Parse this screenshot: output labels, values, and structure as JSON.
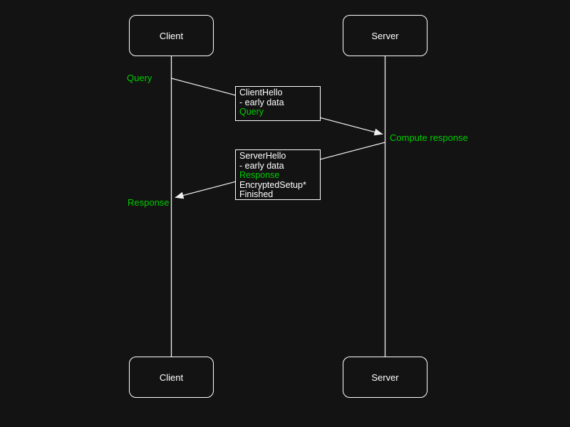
{
  "theme": {
    "bg": "#131313",
    "green": "#00cc00",
    "text": "#ffffff",
    "line": "#f0f0f0"
  },
  "actors": {
    "top_left": "Client",
    "top_right": "Server",
    "bottom_left": "Client",
    "bottom_right": "Server"
  },
  "annotations": {
    "query": "Query",
    "compute_response": "Compute response",
    "response": "Response"
  },
  "messages": {
    "client_hello": {
      "lines": [
        {
          "text": "ClientHello",
          "color": "white"
        },
        {
          "text": "- early data",
          "color": "white"
        },
        {
          "text": "Query",
          "color": "green"
        }
      ]
    },
    "server_hello": {
      "lines": [
        {
          "text": "ServerHello",
          "color": "white"
        },
        {
          "text": "- early data",
          "color": "white"
        },
        {
          "text": "Response",
          "color": "green"
        },
        {
          "text": "EncryptedSetup*",
          "color": "white"
        },
        {
          "text": "Finished",
          "color": "white"
        }
      ]
    }
  }
}
